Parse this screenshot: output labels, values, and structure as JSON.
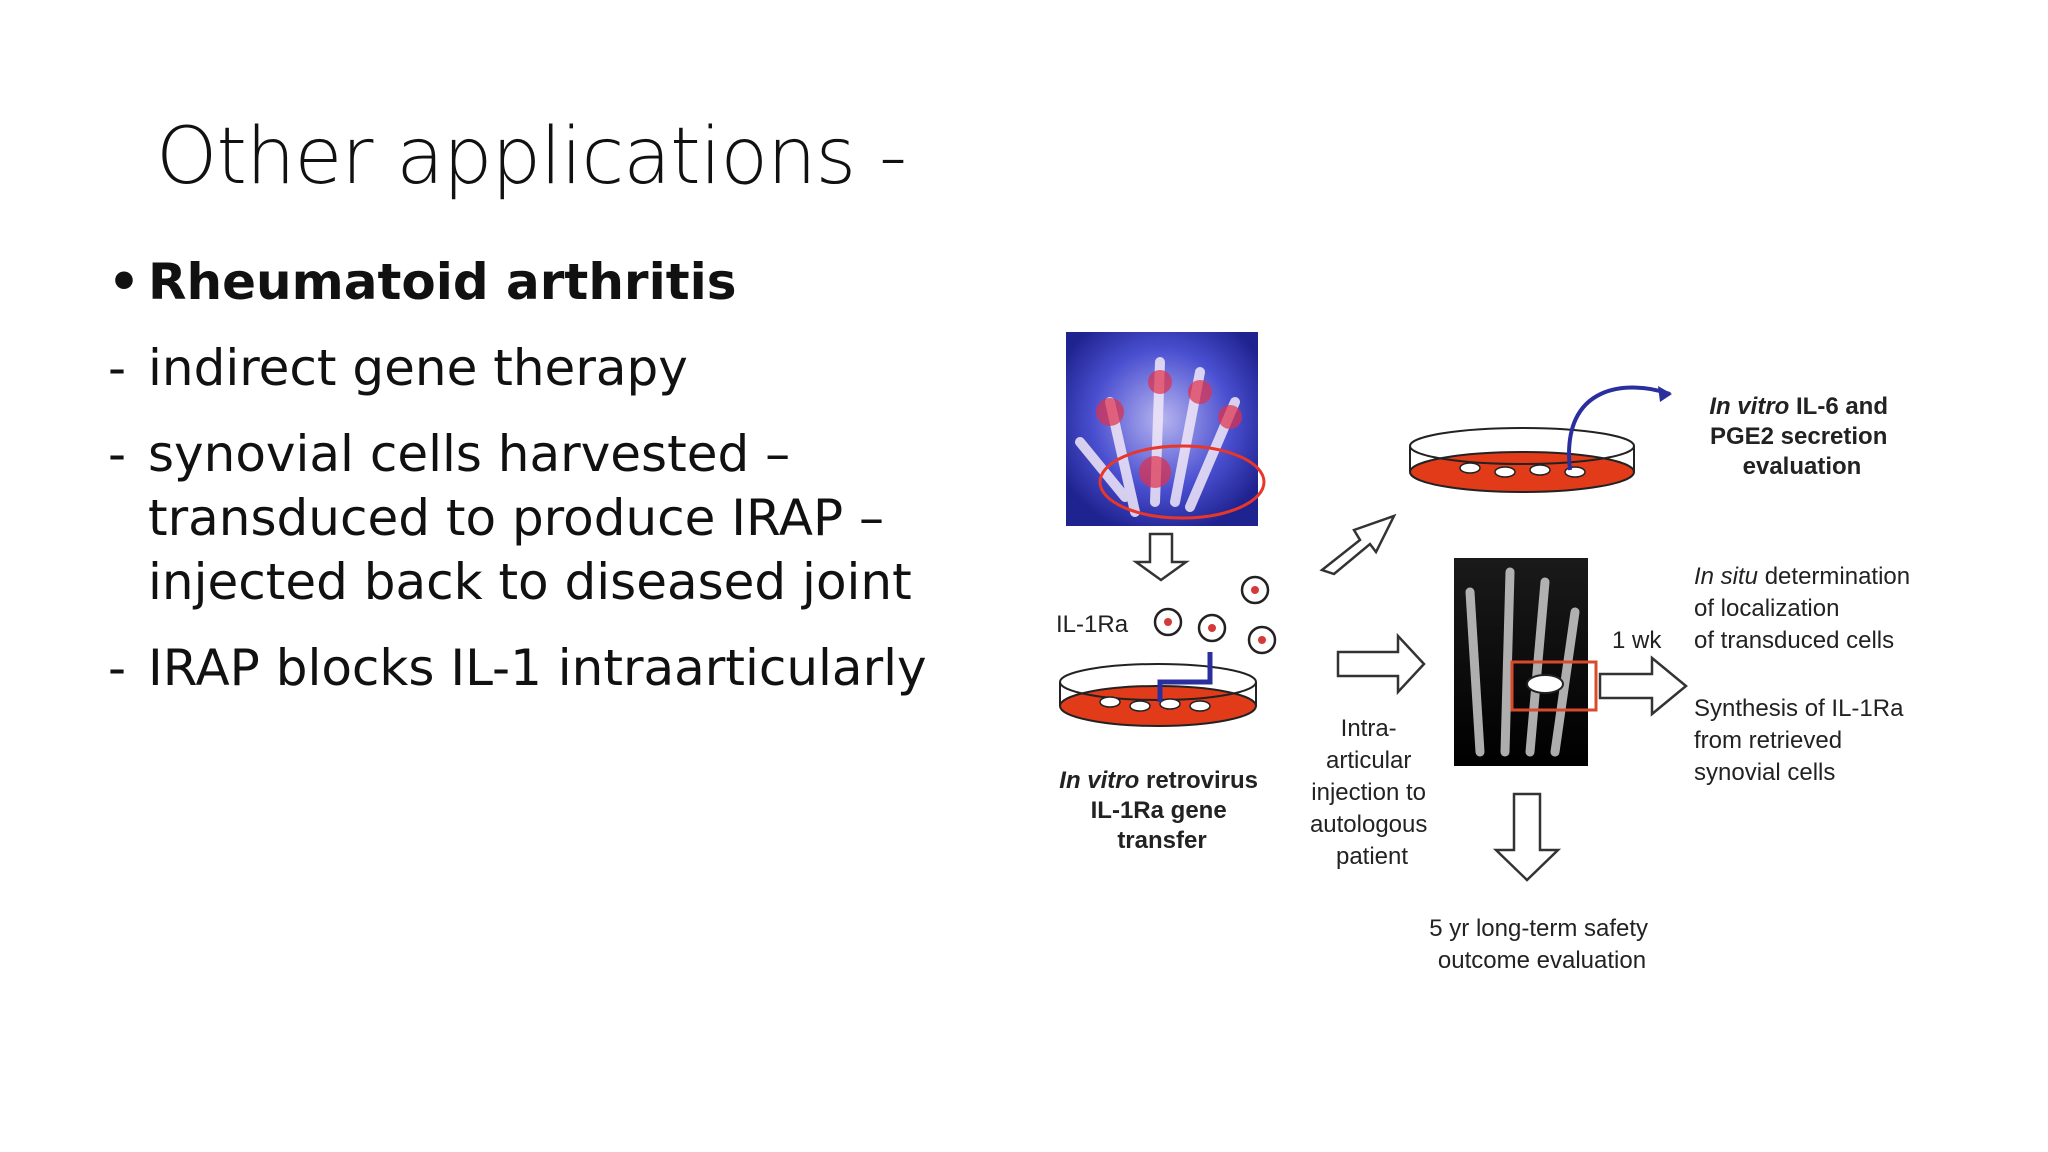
{
  "slide": {
    "title": "Other applications -",
    "bullets": [
      {
        "marker": "•",
        "text": "Rheumatoid arthritis",
        "bold": true
      },
      {
        "marker": "-",
        "text": "indirect gene therapy",
        "bold": false
      },
      {
        "marker": "-",
        "text": "synovial cells harvested – transduced to produce IRAP – injected back to diseased joint",
        "bold": false
      },
      {
        "marker": "-",
        "text": "IRAP blocks IL-1 intraarticularly",
        "bold": false
      }
    ]
  },
  "diagram": {
    "il1ra_label": "IL-1Ra",
    "in_vitro_transfer": {
      "italic": "In vitro",
      "line1": " retrovirus",
      "line2": "IL-1Ra gene",
      "line3": "transfer"
    },
    "injection": [
      "Intra-",
      "articular",
      "injection to",
      "autologous",
      "patient"
    ],
    "secretion": {
      "italic": "In vitro",
      "line1": " IL-6 and",
      "line2": "PGE2 secretion",
      "line3": "evaluation"
    },
    "wk_label": "1 wk",
    "in_situ": {
      "italic": "In situ",
      "line1": " determination",
      "line2": "of localization",
      "line3": "of transduced cells"
    },
    "synthesis": [
      "Synthesis of IL-1Ra",
      "from retrieved",
      "synovial cells"
    ],
    "safety": [
      "5 yr long-term safety",
      "outcome evaluation"
    ],
    "colors": {
      "cell_red": "#e23b1a",
      "arrow_blue": "#2b2f9e",
      "hand_bg": "#3a3fc4",
      "highlight": "#d94a2a"
    },
    "icons": [
      "hand-xray-image",
      "petri-dish-icon",
      "retrovirus-icon",
      "hollow-arrow-icon",
      "xray-image"
    ]
  }
}
